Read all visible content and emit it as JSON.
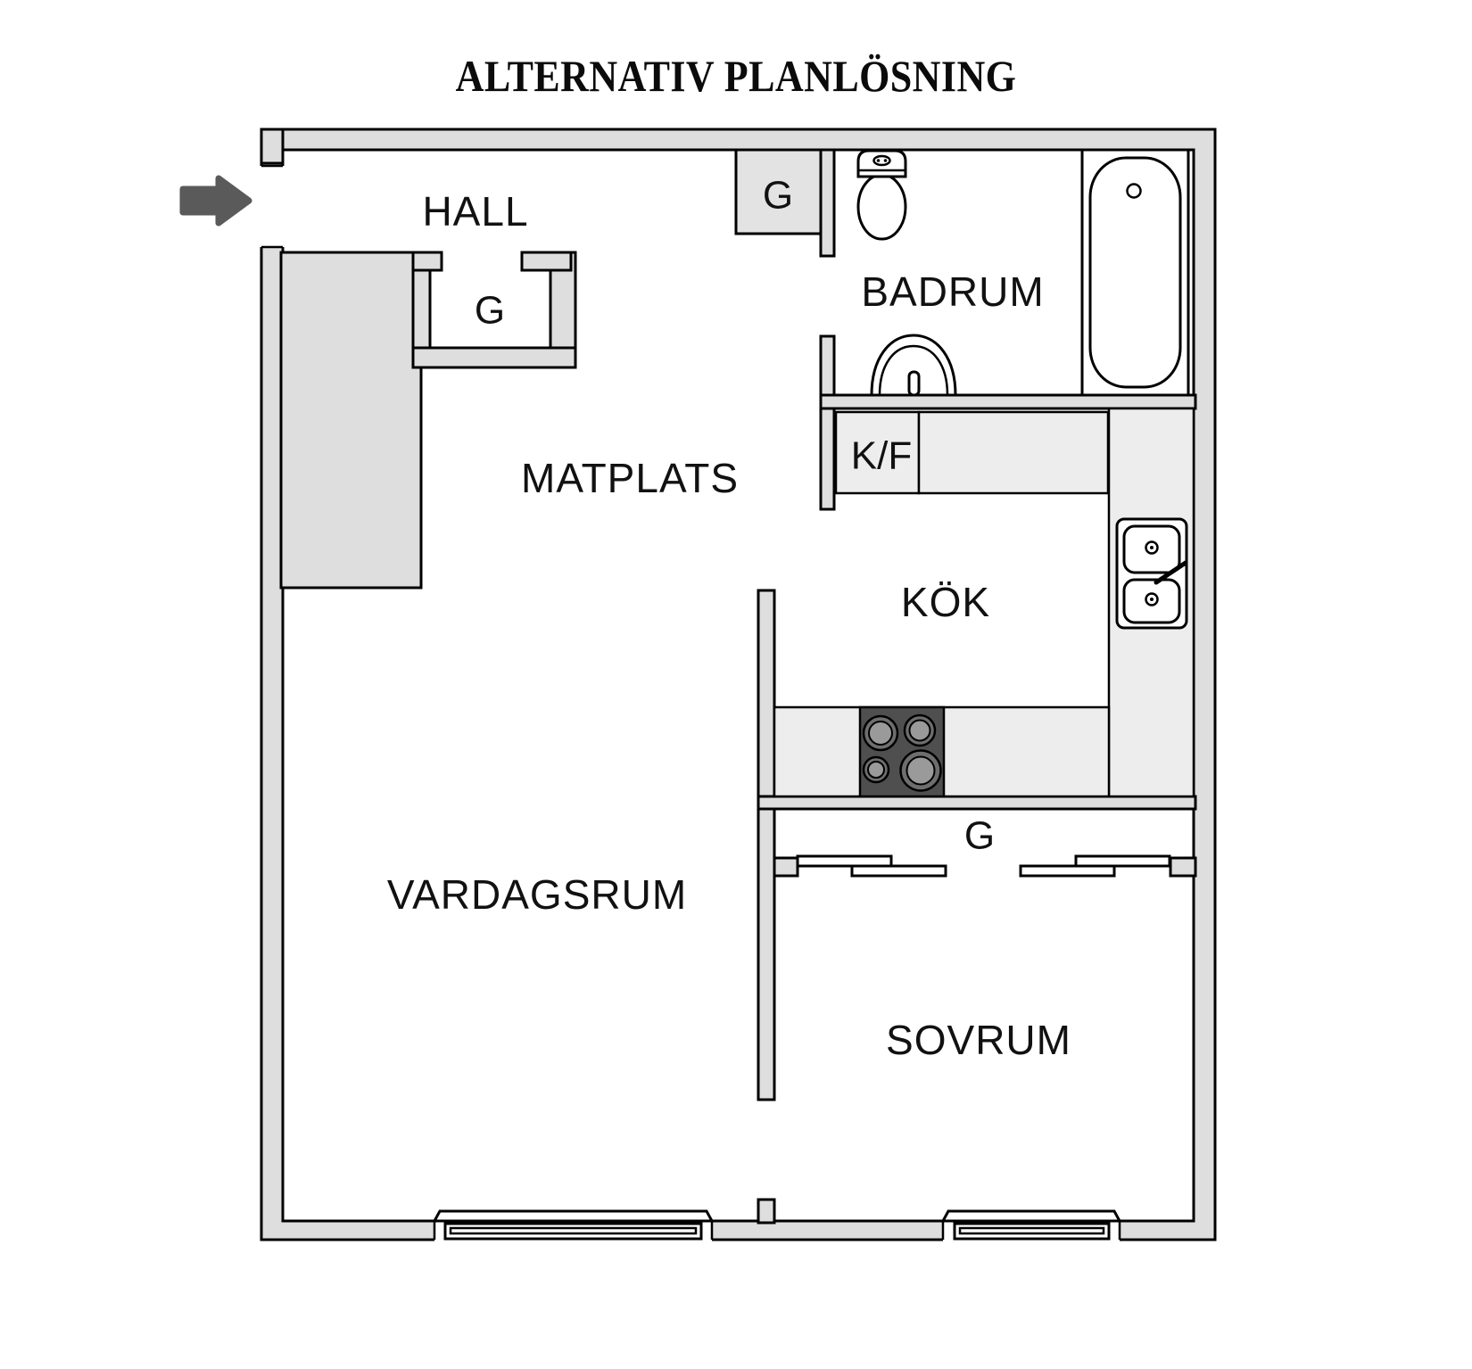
{
  "title": "ALTERNATIV PLANLÖSNING",
  "rooms": {
    "hall": "HALL",
    "badrum": "BADRUM",
    "matplats": "MATPLATS",
    "kok": "KÖK",
    "vardagsrum": "VARDAGSRUM",
    "sovrum": "SOVRUM"
  },
  "labels": {
    "hall_closet": "G",
    "entry_wardrobe": "G",
    "bedroom_closet": "G",
    "fridge_freezer": "K/F"
  },
  "colors": {
    "wall_fill": "#dedede",
    "counter_fill": "#ededed",
    "stove_fill": "#4f4f4f",
    "arrow_fill": "#5a5a5a",
    "line": "#000000",
    "background": "#ffffff",
    "text": "#111111"
  }
}
